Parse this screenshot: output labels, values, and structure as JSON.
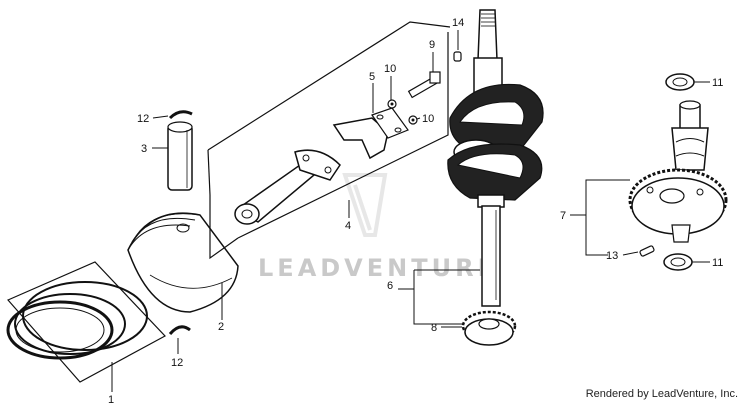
{
  "watermark": "LEADVENTURE",
  "footer": "Rendered by LeadVenture, Inc.",
  "callouts": {
    "c1": "1",
    "c2": "2",
    "c3": "3",
    "c4": "4",
    "c5": "5",
    "c6": "6",
    "c7": "7",
    "c8": "8",
    "c9": "9",
    "c10a": "10",
    "c10b": "10",
    "c11a": "11",
    "c11b": "11",
    "c12a": "12",
    "c12b": "12",
    "c13": "13",
    "c14": "14"
  }
}
